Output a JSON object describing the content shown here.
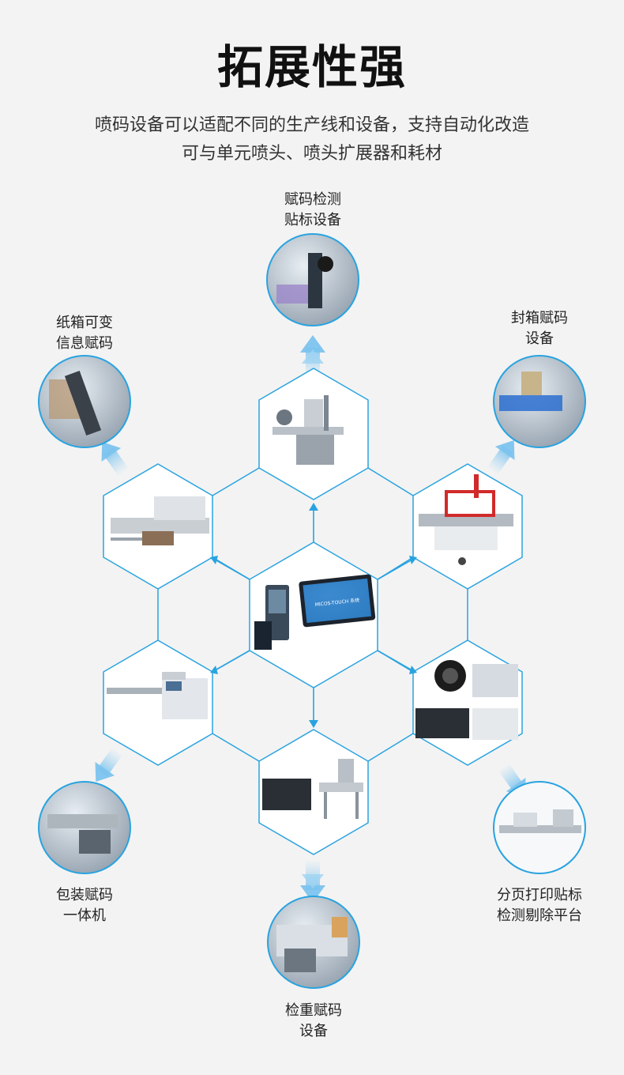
{
  "title": "拓展性强",
  "subtitle_line1": "喷码设备可以适配不同的生产线和设备，支持自动化改造",
  "subtitle_line2": "可与单元喷头、喷头扩展器和耗材",
  "screen_text": "MICOS-TOUCH 系统",
  "colors": {
    "accent": "#29a3e0",
    "arrow_glow": "#9fd3f2",
    "background": "#f3f3f3"
  },
  "nodes": [
    {
      "id": "top",
      "line1": "赋码检测",
      "line2": "贴标设备"
    },
    {
      "id": "top-right",
      "line1": "封箱赋码",
      "line2": "设备"
    },
    {
      "id": "top-left",
      "line1": "纸箱可变",
      "line2": "信息赋码"
    },
    {
      "id": "bottom-left",
      "line1": "包装赋码",
      "line2": "一体机"
    },
    {
      "id": "bottom",
      "line1": "检重赋码",
      "line2": "设备"
    },
    {
      "id": "bottom-right",
      "line1": "分页打印贴标",
      "line2": "检测剔除平台"
    }
  ]
}
